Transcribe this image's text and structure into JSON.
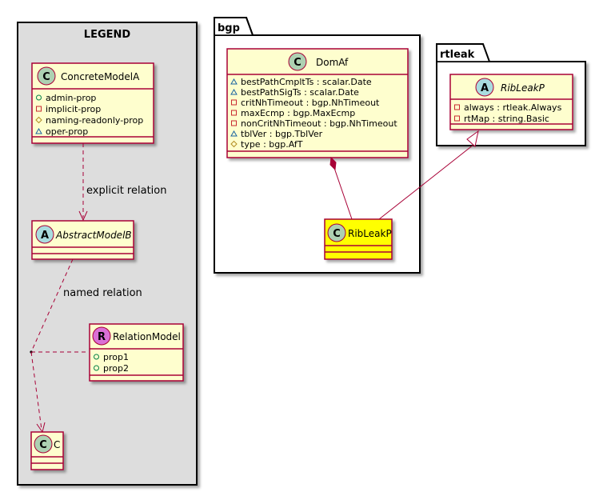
{
  "legend": {
    "title": "LEGEND",
    "concrete_model": {
      "stereotype_letter": "C",
      "name": "ConcreteModelA",
      "attributes": [
        {
          "vis": "public",
          "text": "admin-prop"
        },
        {
          "vis": "private",
          "text": "implicit-prop"
        },
        {
          "vis": "protected",
          "text": "naming-readonly-prop"
        },
        {
          "vis": "package",
          "text": "oper-prop"
        }
      ]
    },
    "explicit_relation_label": "explicit relation",
    "abstract_model": {
      "stereotype_letter": "A",
      "name": "AbstractModelB"
    },
    "named_relation_label": "named relation",
    "relation_model": {
      "stereotype_letter": "R",
      "name": "RelationModel",
      "attributes": [
        {
          "vis": "public",
          "text": "prop1"
        },
        {
          "vis": "public",
          "text": "prop2"
        }
      ]
    },
    "target_class": {
      "stereotype_letter": "C",
      "name": "C"
    }
  },
  "packages": {
    "bgp": {
      "name": "bgp",
      "domaf": {
        "stereotype_letter": "C",
        "name": "DomAf",
        "attributes": [
          {
            "vis": "package",
            "text": "bestPathCmpltTs : scalar.Date"
          },
          {
            "vis": "package",
            "text": "bestPathSigTs : scalar.Date"
          },
          {
            "vis": "private",
            "text": "critNhTimeout : bgp.NhTimeout"
          },
          {
            "vis": "private",
            "text": "maxEcmp : bgp.MaxEcmp"
          },
          {
            "vis": "private",
            "text": "nonCritNhTimeout : bgp.NhTimeout"
          },
          {
            "vis": "package",
            "text": "tblVer : bgp.TblVer"
          },
          {
            "vis": "protected",
            "text": "type : bgp.AfT"
          }
        ]
      },
      "ribleakp": {
        "stereotype_letter": "C",
        "name": "RibLeakP"
      }
    },
    "rtleak": {
      "name": "rtleak",
      "ribleakp": {
        "stereotype_letter": "A",
        "name": "RibLeakP",
        "attributes": [
          {
            "vis": "private",
            "text": "always : rtleak.Always"
          },
          {
            "vis": "private",
            "text": "rtMap : string.Basic"
          }
        ]
      }
    }
  },
  "colors": {
    "class_fill": "#FEFECE",
    "class_border": "#A80036",
    "legend_bg": "#DDDDDD",
    "highlight_fill": "#FFFF00",
    "circle_c": "#ADD1B2",
    "circle_a": "#A9DCDF",
    "circle_r": "#DA70D6"
  }
}
